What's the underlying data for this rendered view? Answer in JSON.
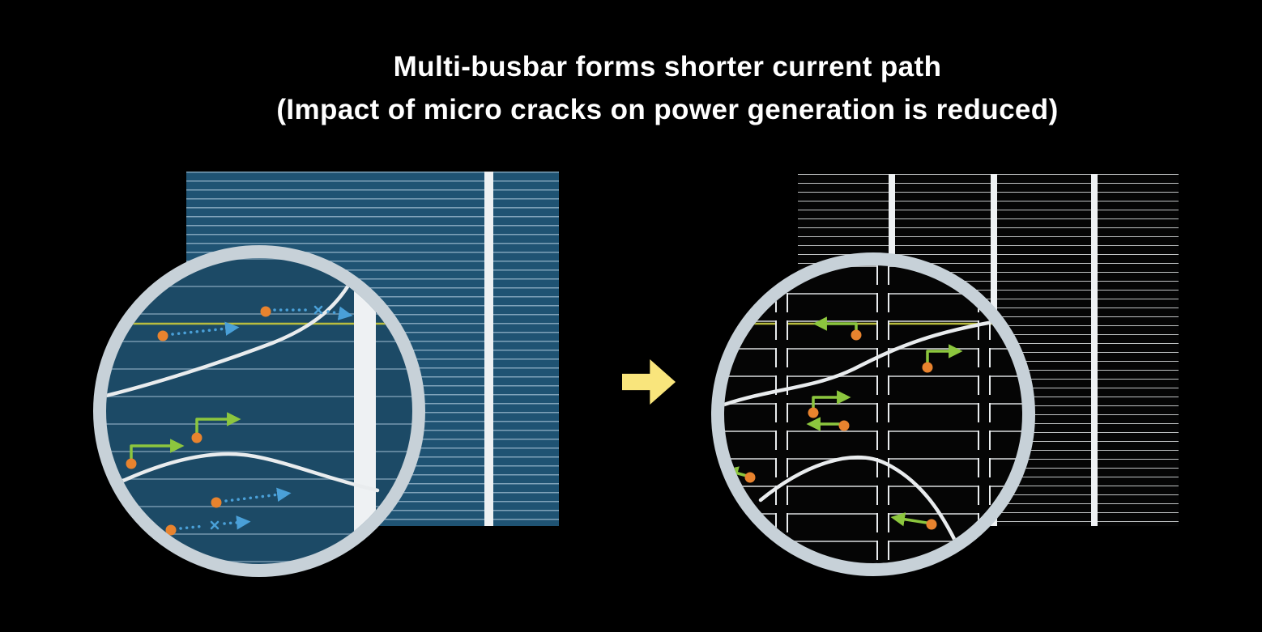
{
  "title": {
    "line1": "Multi-busbar forms shorter current path",
    "line2": "(Impact of micro cracks on power generation is reduced)"
  },
  "icons": {
    "transition_arrow": "right-block-arrow"
  },
  "colors": {
    "background": "#000000",
    "title_text": "#ffffff",
    "cell_blue": "#1f5373",
    "finger_blue": "#7fa3b8",
    "magnifier_blue": "#1c4a66",
    "busbar_white": "#eef1f3",
    "cell_black": "#050505",
    "finger_white": "#c9cdd0",
    "ring_gray": "#c7d1d8",
    "crack_white": "#e9ecee",
    "electron_orange": "#e8832e",
    "path_blue": "#4aa0d8",
    "path_green": "#8cc63e",
    "highlight_yellow": "#b9bd3e",
    "arrow_yellow": "#f9e57c"
  }
}
